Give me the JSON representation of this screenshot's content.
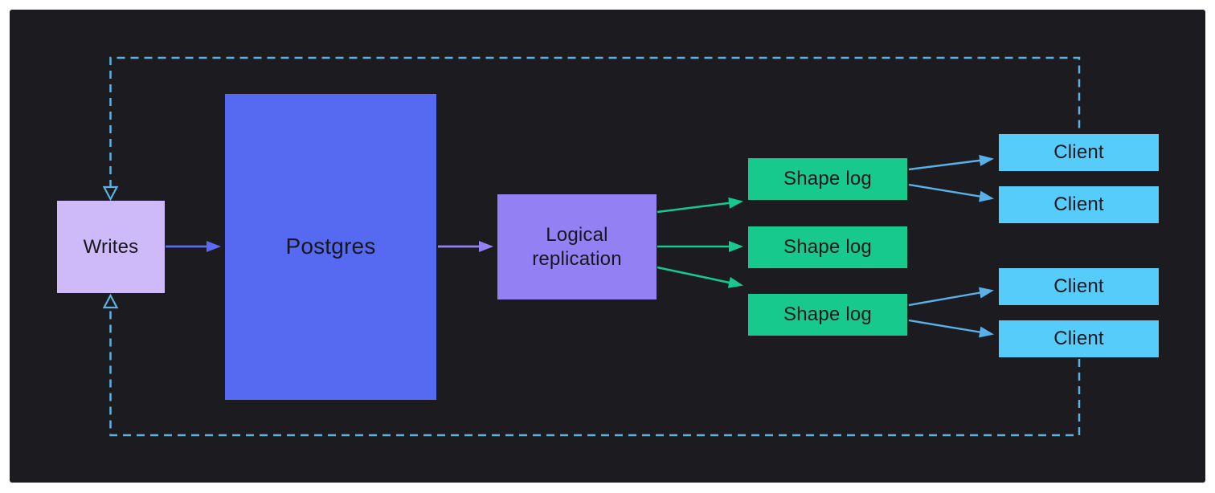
{
  "canvas": {
    "page_background": "#ffffff",
    "background": "#1b1b20"
  },
  "nodes": {
    "writes": {
      "label": "Writes",
      "fill": "#cebaf8",
      "text_color": "#17171e"
    },
    "postgres": {
      "label": "Postgres",
      "fill": "#5669f1",
      "text_color": "#17171e"
    },
    "logical_replication": {
      "label": "Logical\nreplication",
      "fill": "#9381f3",
      "text_color": "#17171e"
    },
    "shape_logs": [
      {
        "label": "Shape log"
      },
      {
        "label": "Shape log"
      },
      {
        "label": "Shape log"
      }
    ],
    "shape_log_fill": "#17c98d",
    "clients": [
      {
        "label": "Client"
      },
      {
        "label": "Client"
      },
      {
        "label": "Client"
      },
      {
        "label": "Client"
      }
    ],
    "client_fill": "#55ccfa"
  },
  "edges": {
    "feedback_loop": {
      "style": "dashed",
      "color": "#5bb2e2",
      "description": "dashed loop from client column up over the top and down under the bottom, entering Writes with hollow arrowheads from above and below"
    },
    "solid": [
      {
        "from": "writes",
        "to": "postgres",
        "color": "#5a6af3"
      },
      {
        "from": "postgres",
        "to": "logical_replication",
        "color": "#9381f3"
      },
      {
        "from": "logical_replication",
        "to": "shape_log_1",
        "color": "#17c98d"
      },
      {
        "from": "logical_replication",
        "to": "shape_log_2",
        "color": "#17c98d"
      },
      {
        "from": "logical_replication",
        "to": "shape_log_3",
        "color": "#17c98d"
      },
      {
        "from": "shape_log_1",
        "to": "client_1",
        "color": "#58b1e8"
      },
      {
        "from": "shape_log_1",
        "to": "client_2",
        "color": "#58b1e8"
      },
      {
        "from": "shape_log_3",
        "to": "client_3",
        "color": "#58b1e8"
      },
      {
        "from": "shape_log_3",
        "to": "client_4",
        "color": "#58b1e8"
      }
    ]
  }
}
